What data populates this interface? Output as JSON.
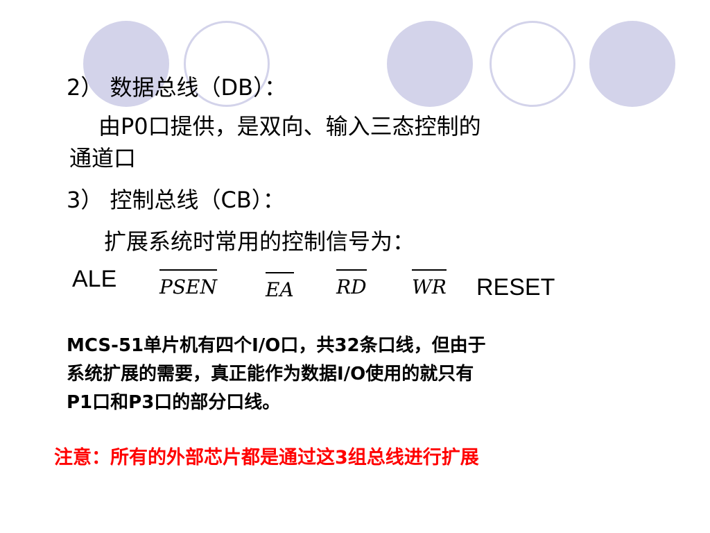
{
  "colors": {
    "circle_fill": "#d3d3ea",
    "text": "#000000",
    "note": "#ff0000"
  },
  "heading_db": "2） 数据总线（DB）：",
  "db_desc_line1": "由P0口提供，是双向、输入三态控制的",
  "db_desc_line2": "通道口",
  "heading_cb": "3）  控制总线（CB）：",
  "cb_desc": "扩展系统时常用的控制信号为：",
  "signals": {
    "ale": "ALE",
    "psen": "PSEN",
    "ea": "EA",
    "rd": "RD",
    "wr": "WR",
    "reset": "RESET"
  },
  "paragraph": {
    "line1": "MCS-51单片机有四个I/O口，共32条口线，但由于",
    "line2": "系统扩展的需要，真正能作为数据I/O使用的就只有",
    "line3": "P1口和P3口的部分口线。"
  },
  "note": "注意：所有的外部芯片都是通过这3组总线进行扩展"
}
